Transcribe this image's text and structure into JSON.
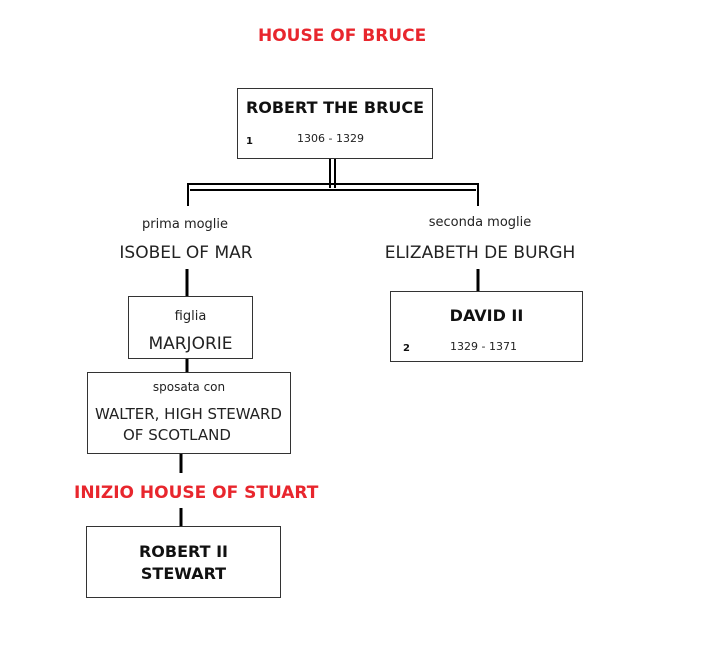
{
  "title": "HOUSE OF BRUCE",
  "robert_bruce": {
    "name": "ROBERT THE BRUCE",
    "number": "1",
    "dates": "1306 - 1329"
  },
  "first_wife": {
    "label": "prima moglie",
    "name": "ISOBEL OF MAR"
  },
  "second_wife": {
    "label": "seconda moglie",
    "name": "ELIZABETH DE BURGH"
  },
  "daughter": {
    "label": "figlia",
    "name": "MARJORIE"
  },
  "spouse": {
    "label": "sposata con",
    "name_line1": "WALTER, HIGH STEWARD",
    "name_line2": "OF SCOTLAND"
  },
  "david": {
    "name": "DAVID II",
    "number": "2",
    "dates": "1329 - 1371"
  },
  "stuart_title": "INIZIO HOUSE OF STUART",
  "robert_stewart": {
    "line1": "ROBERT II",
    "line2": "STEWART"
  },
  "colors": {
    "accent_red": "#e8262d",
    "line": "#000000",
    "box_border": "#333333"
  }
}
